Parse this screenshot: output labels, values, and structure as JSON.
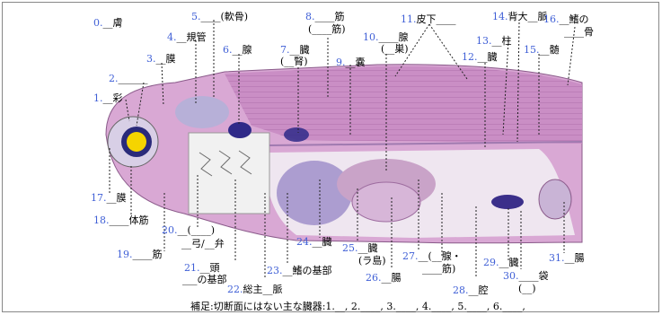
{
  "figure": {
    "labels": [
      {
        "id": "0",
        "num": "0.",
        "text": "__膚"
      },
      {
        "id": "1",
        "num": "1.",
        "text": "__彩"
      },
      {
        "id": "2",
        "num": "2.",
        "text": "______"
      },
      {
        "id": "3",
        "num": "3.",
        "text": "__膜"
      },
      {
        "id": "4",
        "num": "4.",
        "text": "__規管"
      },
      {
        "id": "5",
        "num": "5.",
        "text": "____(軟骨)"
      },
      {
        "id": "6",
        "num": "6.",
        "text": "__腺"
      },
      {
        "id": "7a",
        "num": "7.",
        "text": "__臓"
      },
      {
        "id": "7b",
        "num": "",
        "text": "(__腎)"
      },
      {
        "id": "8a",
        "num": "8.",
        "text": "____筋"
      },
      {
        "id": "8b",
        "num": "",
        "text": "(____筋)"
      },
      {
        "id": "9",
        "num": "9.",
        "text": "__嚢"
      },
      {
        "id": "10a",
        "num": "10.",
        "text": "____腺"
      },
      {
        "id": "10b",
        "num": "",
        "text": "(__巣)"
      },
      {
        "id": "11",
        "num": "11.",
        "text": "皮下____"
      },
      {
        "id": "12",
        "num": "12.",
        "text": "__臓"
      },
      {
        "id": "13",
        "num": "13.",
        "text": "__柱"
      },
      {
        "id": "14",
        "num": "14.",
        "text": "背大__脈"
      },
      {
        "id": "15",
        "num": "15.",
        "text": "__髄"
      },
      {
        "id": "16a",
        "num": "16.",
        "text": "__鰭の"
      },
      {
        "id": "16b",
        "num": "",
        "text": "____骨"
      },
      {
        "id": "17",
        "num": "17.",
        "text": "__膜"
      },
      {
        "id": "18",
        "num": "18.",
        "text": "____体筋"
      },
      {
        "id": "19",
        "num": "19.",
        "text": "____筋"
      },
      {
        "id": "20a",
        "num": "20.",
        "text": "__(____)"
      },
      {
        "id": "20b",
        "num": "",
        "text": "__弓/__弁"
      },
      {
        "id": "21a",
        "num": "21.",
        "text": "__頭"
      },
      {
        "id": "21b",
        "num": "",
        "text": "___の基部"
      },
      {
        "id": "22",
        "num": "22.",
        "text": "総主__脈"
      },
      {
        "id": "23",
        "num": "23.",
        "text": "__鰭の基部"
      },
      {
        "id": "24",
        "num": "24.",
        "text": "__臓"
      },
      {
        "id": "25a",
        "num": "25.",
        "text": "__臓"
      },
      {
        "id": "25b",
        "num": "",
        "text": "(ラ島)"
      },
      {
        "id": "26",
        "num": "26.",
        "text": "__腸"
      },
      {
        "id": "27a",
        "num": "27.",
        "text": "__(__腺・"
      },
      {
        "id": "27b",
        "num": "",
        "text": "____筋)"
      },
      {
        "id": "28",
        "num": "28.",
        "text": "__腔"
      },
      {
        "id": "29",
        "num": "29.",
        "text": "__臓"
      },
      {
        "id": "30a",
        "num": "30.",
        "text": "____袋"
      },
      {
        "id": "30b",
        "num": "",
        "text": "(__)"
      },
      {
        "id": "31",
        "num": "31.",
        "text": "__腸"
      }
    ],
    "footnote": "補足:切断面にはない主な臓器:1.__, 2.____, 3.____, 4.____, 5.____, 6.____,"
  }
}
